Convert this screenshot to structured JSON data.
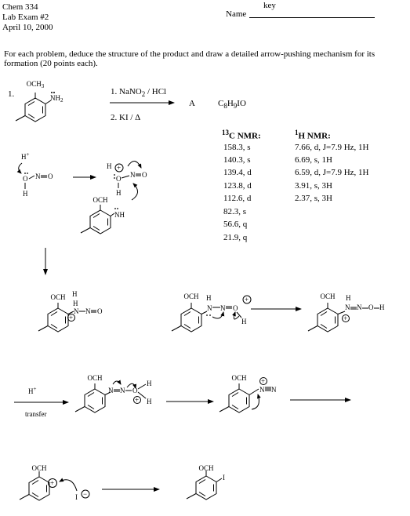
{
  "header": {
    "course": "Chem 334",
    "exam": "Lab Exam #2",
    "date": "April 10, 2000",
    "key_label": "key",
    "name_label": "Name"
  },
  "instructions": "For each problem, deduce the structure of the product and draw a detailed arrow-pushing mechanism for its formation (20 points each).",
  "problem": {
    "number": "1.",
    "step1": "1. NaNO",
    "step1_sub": "2",
    "step1_rest": " / HCl",
    "step2": "2. KI / Δ",
    "product_label": "A",
    "formula": "C8H9IO"
  },
  "nmr13c": {
    "title_sup": "13",
    "title": "C NMR:",
    "peaks": [
      "158.3, s",
      "140.3, s",
      "139.4, d",
      "123.8, d",
      "112.6, d",
      "82.3, s",
      "56.6, q",
      "21.9, q"
    ]
  },
  "nmr1h": {
    "title_sup": "1",
    "title": "H NMR:",
    "peaks": [
      "7.66, d, J=7.9 Hz, 1H",
      "6.69, s, 1H",
      "6.59, d, J=7.9 Hz, 1H",
      "3.91, s, 3H",
      "2.37, s, 3H"
    ]
  },
  "mechanism": {
    "proton": "H",
    "plus": "+",
    "minus": "−",
    "och3": "OCH",
    "och3_sub": "3",
    "nh2": "NH",
    "nh2_sub": "2",
    "transfer": "transfer",
    "iodide": "I",
    "iodo": "I",
    "o": "O",
    "n": "N",
    "eq": "=",
    "h": "H"
  },
  "icons": [
    "benzene-ring-structure",
    "reaction-arrow",
    "curved-electron-arrow",
    "lone-pair-dots",
    "positive-charge-circle"
  ]
}
